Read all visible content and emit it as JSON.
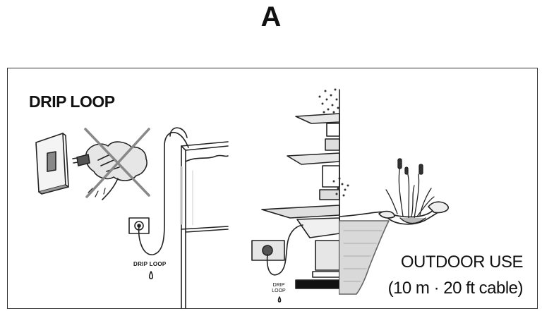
{
  "heading": "A",
  "left_panel": {
    "title": "DRIP LOOP",
    "small_label": "DRIP LOOP"
  },
  "right_panel": {
    "small_label": "DRIP LOOP",
    "caption_line1": "OUTDOOR USE",
    "caption_line2": "(10 m · 20 ft cable)"
  }
}
